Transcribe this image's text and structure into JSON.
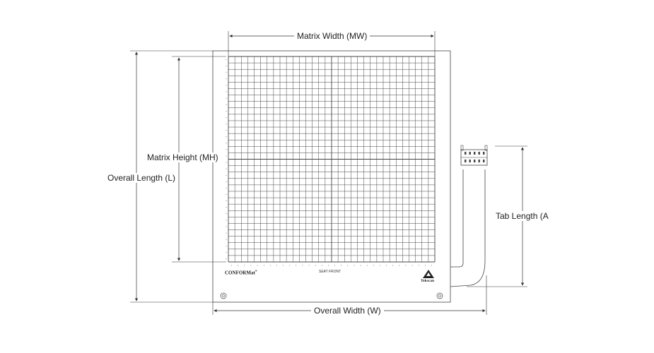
{
  "labels": {
    "matrix_width": "Matrix Width (MW)",
    "matrix_height": "Matrix Height (MH)",
    "overall_length": "Overall Length (L)",
    "overall_width": "Overall Width (W)",
    "tab_length": "Tab Length (A"
  },
  "sensor": {
    "brand": "CONFORMat",
    "brand_mark": "®",
    "seat_front": "SEAT FRONT",
    "logo": "Tekscan",
    "columns": 32,
    "rows": 32
  },
  "colors": {
    "line": "#333333",
    "grid": "#444444",
    "text": "#222222"
  }
}
